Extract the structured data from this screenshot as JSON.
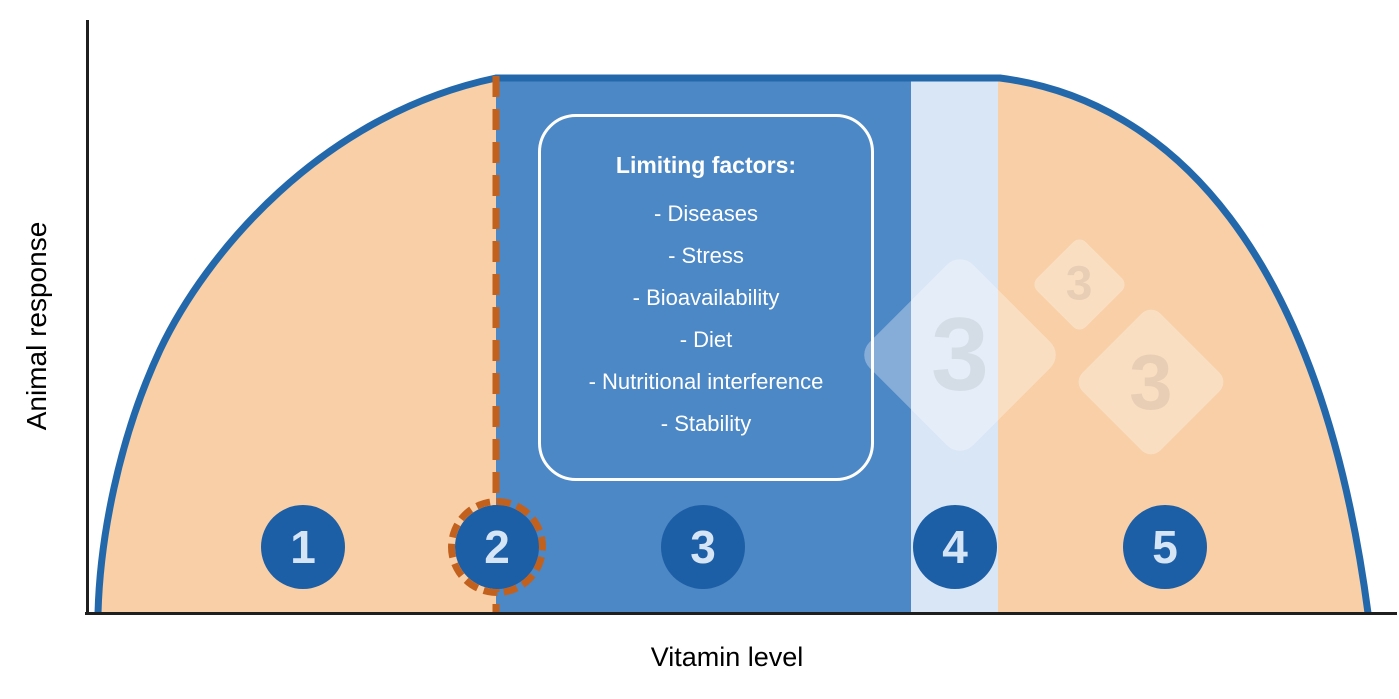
{
  "diagram": {
    "y_axis_label": "Animal response",
    "x_axis_label": "Vitamin level",
    "zone_markers": [
      {
        "label": "1"
      },
      {
        "label": "2"
      },
      {
        "label": "3"
      },
      {
        "label": "4"
      },
      {
        "label": "5"
      }
    ],
    "limiting_factors": {
      "title": "Limiting factors:",
      "items": [
        "- Diseases",
        "- Stress",
        "- Bioavailability",
        "- Diet",
        "- Nutritional interference",
        "- Stability"
      ]
    },
    "watermark": {
      "digit": "3"
    },
    "colors": {
      "deficiency_zone_fill": "#F8CFA6",
      "adequate_zone_fill": "#4C87C6",
      "upper_band_fill": "#D9E6F5",
      "curve_stroke": "#2468AC",
      "marker_fill": "#1D5FA6",
      "marker_text": "#D6E5F6",
      "dashed_accent": "#C2611E",
      "axis": "#1F1F1F",
      "box_border": "#FFFFFF",
      "box_text": "#FFFFFF"
    }
  }
}
